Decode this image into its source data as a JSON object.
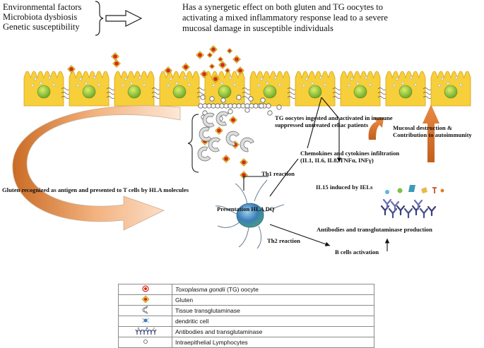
{
  "factors": [
    "Environmental factors",
    "Microbiota dysbiosis",
    "Genetic susceptibility"
  ],
  "header": "Has a synergetic effect on both gluten and TG oocytes to activating a mixed inflammatory response lead to a severe mucosal damage in susceptible individuals",
  "labels": {
    "tg_ingested": "TG oocytes ingested and activated in immune suppressed untreated celiac patients",
    "mucosal": "Mucosal destruction & Contribution to autoimmunity",
    "chemokines": "Chemokines and cytokines infiltration (IL1, IL6, IL8, TNFα, INFγ)",
    "th1": "Th1 reaction",
    "gluten_recognized": "Gluten recognized as antigen and presented to T cells by HLA molecules",
    "il15": "IL15 induced by IELs",
    "presentation": "Presentation HLA DQ",
    "antibodies_production": "Antibodies and transglutaminase production",
    "th2": "Th2 reaction",
    "b_cells": "B cells activation"
  },
  "legend": [
    {
      "icon": "tg-oocyte-icon",
      "text_italic": "Toxoplasma gondii",
      "text_rest": " (TG) oocyte"
    },
    {
      "icon": "gluten-icon",
      "text_italic": "",
      "text_rest": "Gluten"
    },
    {
      "icon": "tissue-transglutaminase-icon",
      "text_italic": "",
      "text_rest": "Tissue transglutaminase"
    },
    {
      "icon": "dendritic-cell-icon",
      "text_italic": "",
      "text_rest": "dendritic cell"
    },
    {
      "icon": "antibodies-icon",
      "text_italic": "",
      "text_rest": "Antibodies and transglutaminase"
    },
    {
      "icon": "lymphocyte-icon",
      "text_italic": "",
      "text_rest": "Intraepithelial Lymphocytes"
    }
  ],
  "colors": {
    "cell_fill": "#f6cf3a",
    "nucleus": "#8fc23a",
    "orange_arrow": "#e07d2c",
    "oocyte_red": "#d42a1a",
    "dendritic": "#3b7eb8"
  }
}
